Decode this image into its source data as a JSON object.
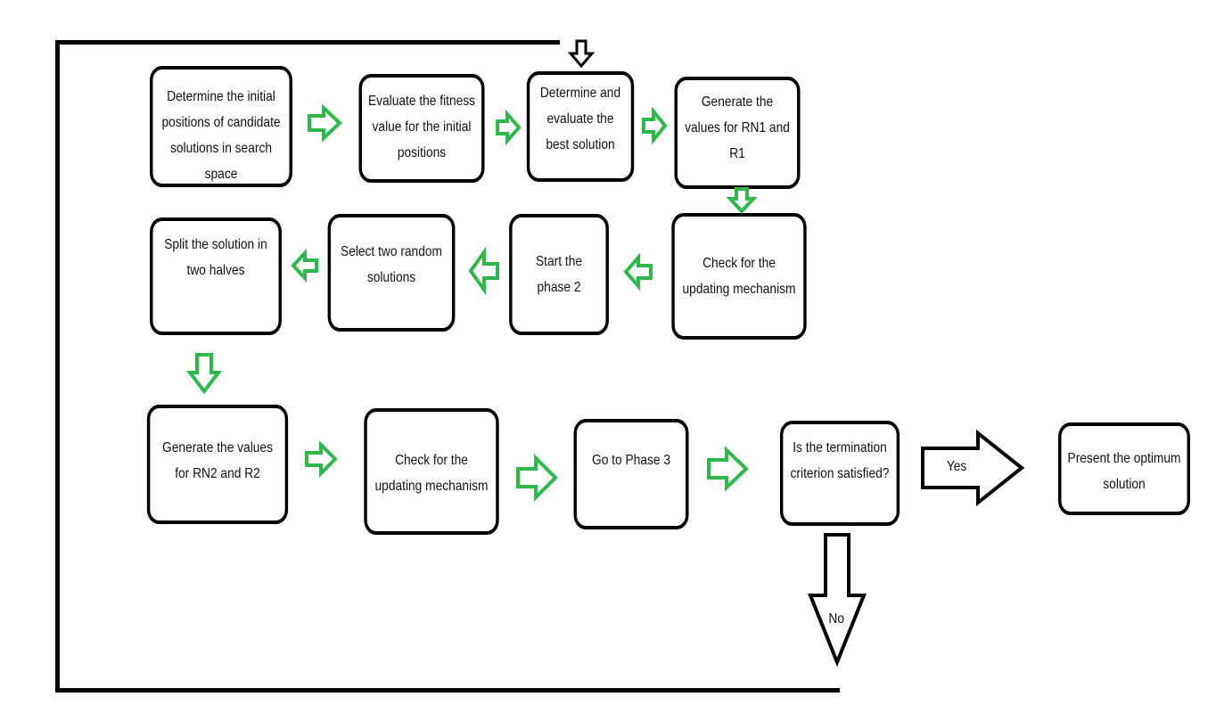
{
  "colors": {
    "flow_arrow": "#2db84b",
    "outline": "#000000",
    "background": "#ffffff"
  },
  "steps": {
    "s1": "Determine the initial positions of candidate solutions in search space",
    "s2": "Evaluate the fitness value for the initial positions",
    "s3": "Determine and evaluate the best solution",
    "s4": "Generate the values for RN1 and R1",
    "s5": "Check for the updating mechanism",
    "s6": "Start the phase 2",
    "s7": "Select two random solutions",
    "s8": "Split the solution in two halves",
    "s9": "Generate the values for RN2 and R2",
    "s10": "Check for the updating mechanism",
    "s11": "Go to Phase 3",
    "s12": "Is the termination criterion satisfied?",
    "s13": "Present the optimum solution"
  },
  "labels": {
    "yes": "Yes",
    "no": "No"
  }
}
